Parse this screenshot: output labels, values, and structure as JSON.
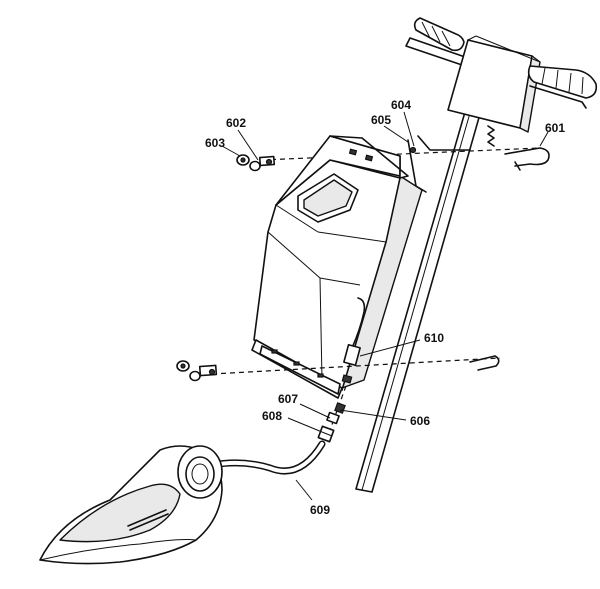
{
  "callouts": {
    "c601": "601",
    "c602": "602",
    "c603": "603",
    "c604": "604",
    "c605": "605",
    "c606": "606",
    "c607": "607",
    "c608": "608",
    "c609": "609",
    "c610": "610"
  }
}
